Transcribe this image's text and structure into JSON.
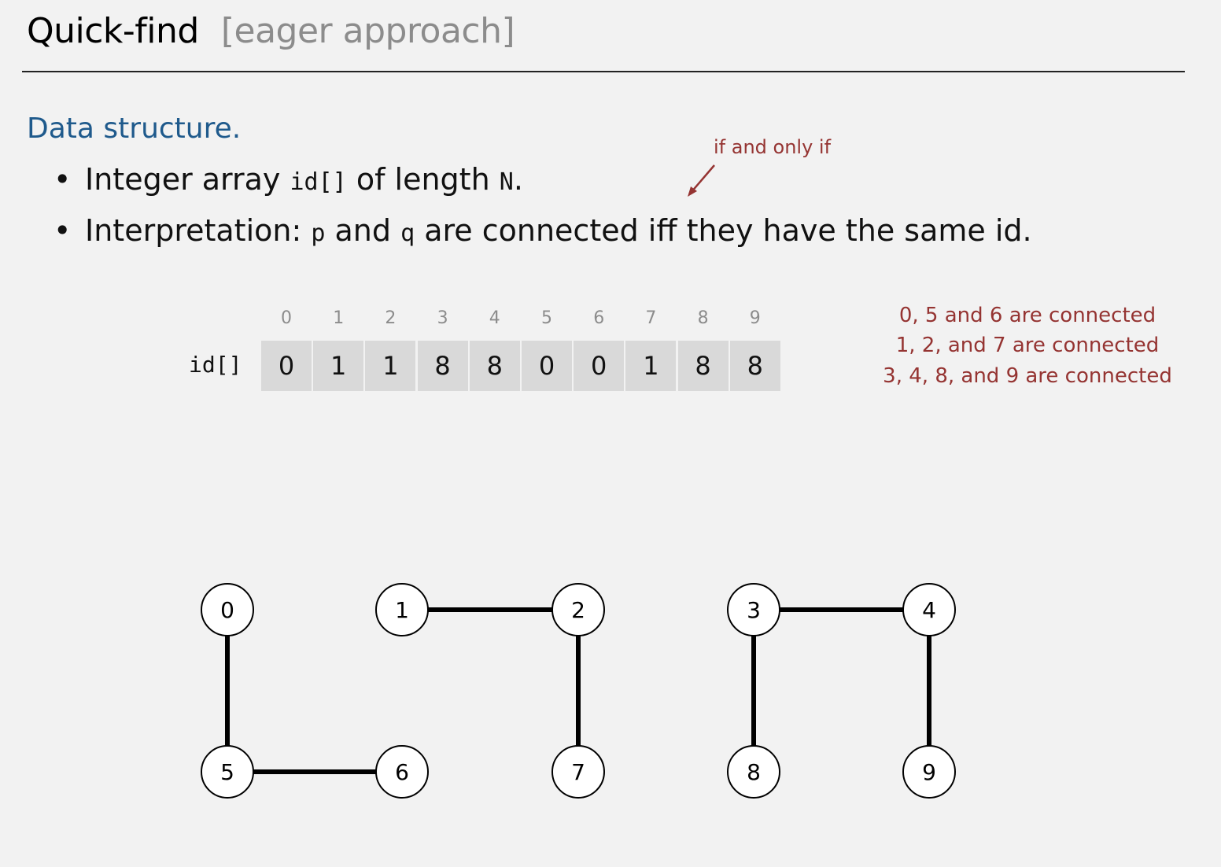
{
  "header": {
    "title": "Quick-find",
    "subtitle": "[eager approach]"
  },
  "section": {
    "heading": "Data structure."
  },
  "bullets": {
    "b1": {
      "pre": "Integer array ",
      "code1": "id[]",
      "mid": " of length ",
      "code2": "N",
      "post": "."
    },
    "b2": {
      "pre": "Interpretation:  ",
      "code1": "p",
      "mid": " and ",
      "code2": "q",
      "post": " are connected iff they have the same id."
    }
  },
  "annotation": {
    "note": "if and only if"
  },
  "array": {
    "label": "id[]",
    "indices": [
      "0",
      "1",
      "2",
      "3",
      "4",
      "5",
      "6",
      "7",
      "8",
      "9"
    ],
    "values": [
      "0",
      "1",
      "1",
      "8",
      "8",
      "0",
      "0",
      "1",
      "8",
      "8"
    ]
  },
  "connected_notes": [
    "0, 5 and 6 are connected",
    "1, 2, and 7 are connected",
    "3, 4, 8, and 9 are connected"
  ],
  "graph": {
    "nodes": [
      "0",
      "1",
      "2",
      "3",
      "4",
      "5",
      "6",
      "7",
      "8",
      "9"
    ],
    "edges": [
      [
        "0",
        "5"
      ],
      [
        "5",
        "6"
      ],
      [
        "1",
        "2"
      ],
      [
        "2",
        "7"
      ],
      [
        "3",
        "4"
      ],
      [
        "3",
        "8"
      ],
      [
        "4",
        "9"
      ]
    ]
  }
}
